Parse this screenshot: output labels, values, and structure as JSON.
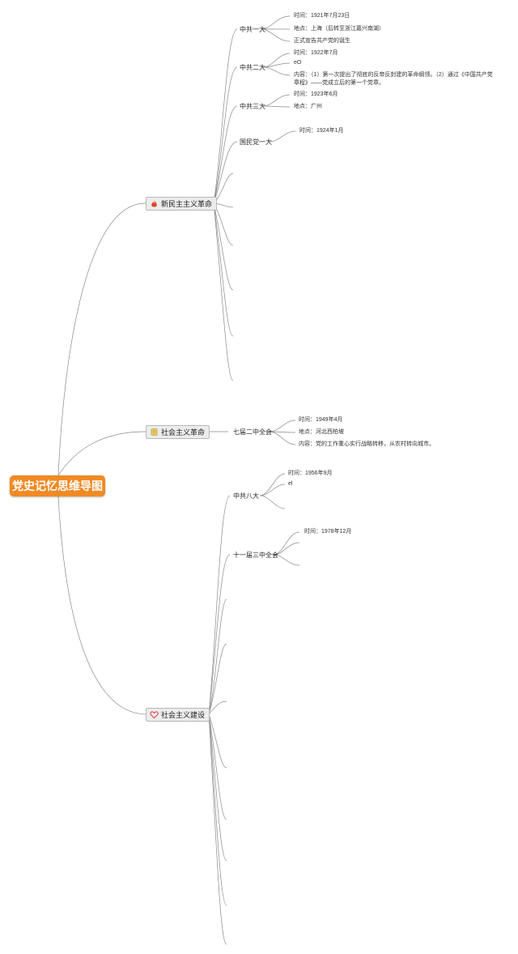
{
  "root": {
    "title": "党史记忆思维导图"
  },
  "branches": [
    {
      "label": "新民主主义革命",
      "icon": "fire-icon",
      "topics": [
        {
          "label": "中共一大",
          "items": [
            "时间：1921年7月23日",
            "地点：上海（后转至浙江嘉兴南湖）",
            "正式宣告共产党的诞生"
          ]
        },
        {
          "label": "中共二大",
          "items": [
            "时间：1922年7月",
            "eO",
            "内容：（1）第一次提出了彻底的反帝反封建的革命纲领。（2）通过《中国共产党章程》——党成立后的第一个党章。"
          ]
        },
        {
          "label": "中共三大",
          "items": [
            "时间：1923年6月",
            "地点：广州"
          ]
        },
        {
          "label": "国民党一大",
          "items": [
            "时间：1924年1月"
          ]
        }
      ]
    },
    {
      "label": "社会主义革命",
      "icon": "scroll-icon",
      "topics": [
        {
          "label": "七届二中全会",
          "items": [
            "时间：1949年4月",
            "地点：河北西柏坡",
            "内容：党的工作重心实行战略转移，从农村转向城市。"
          ]
        }
      ]
    },
    {
      "label": "社会主义建设",
      "icon": "heart-icon",
      "topics": [
        {
          "label": "中共八大",
          "items": [
            "时间：1956年9月",
            "el"
          ]
        },
        {
          "label": "十一届三中全会",
          "items": [
            "时间：1978年12月"
          ]
        }
      ]
    }
  ],
  "colors": {
    "root": "#f08a24",
    "branch_bg": "#ececec",
    "line": "#8a8a8a",
    "fire": "#e0452b",
    "heart": "#d94040",
    "scroll": "#e7c76a"
  }
}
